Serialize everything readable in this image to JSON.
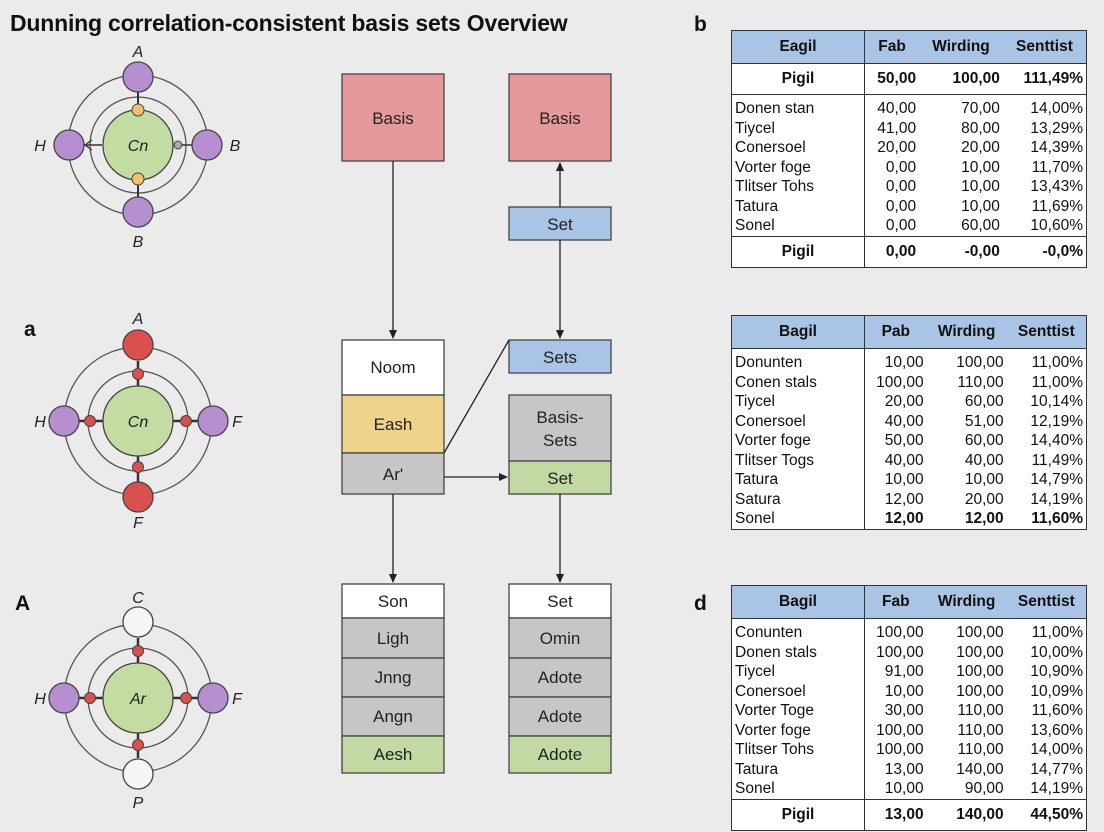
{
  "title": "Dunning correlation-consistent basis sets Overview",
  "labels": {
    "a": "a",
    "A": "A",
    "b": "b",
    "d": "d"
  },
  "atoms": [
    {
      "center": "Cn",
      "top": "A",
      "bottom": "B",
      "left": "H",
      "right": "B"
    },
    {
      "center": "Cn",
      "top": "A",
      "bottom": "F",
      "left": "H",
      "right": "F"
    },
    {
      "center": "Ar",
      "top": "C",
      "bottom": "P",
      "left": "H",
      "right": "F"
    }
  ],
  "flow": {
    "left_top": "Basis",
    "right_top": "Basis",
    "set1": "Set",
    "set2": "Sets",
    "left_stack": [
      "Noom",
      "Eash",
      "Ar'"
    ],
    "basis_sets": "Basis-\nSets",
    "set3": "Set",
    "left_bottom": [
      "Son",
      "Ligh",
      "Jnng",
      "Angn",
      "Aesh"
    ],
    "right_bottom": [
      "Set",
      "Omin",
      "Adote",
      "Adote",
      "Adote"
    ]
  },
  "colors": {
    "red_box": "#e6999b",
    "blue_box": "#a9c4e4",
    "yellow_box": "#f0d38a",
    "gray_box": "#c6c6c6",
    "green_box": "#c3d9a3",
    "purple_atom": "#b68fd0",
    "red_atom": "#d9504c",
    "green_core": "#c3dca2",
    "orange_dot": "#f3c16a"
  },
  "tables": [
    {
      "headers": [
        "Eagil",
        "Fab",
        "Wirding",
        "Senttist"
      ],
      "top_summary": [
        "Pigil",
        "50,00",
        "100,00",
        "111,49%"
      ],
      "rows": [
        [
          "Donen stan",
          "40,00",
          "70,00",
          "14,00%"
        ],
        [
          "Tiycel",
          "41,00",
          "80,00",
          "13,29%"
        ],
        [
          "Conersoel",
          "20,00",
          "20,00",
          "14,39%"
        ],
        [
          "Vorter foge",
          "0,00",
          "10,00",
          "11,70%"
        ],
        [
          "Tlitser Tohs",
          "0,00",
          "10,00",
          "13,43%"
        ],
        [
          "Tatura",
          "0,00",
          "10,00",
          "11,69%"
        ],
        [
          "Sonel",
          "0,00",
          "60,00",
          "10,60%"
        ]
      ],
      "bottom_summary": [
        "Pigil",
        "0,00",
        "-0,00",
        "-0,0%"
      ]
    },
    {
      "headers": [
        "Bagil",
        "Pab",
        "Wirding",
        "Senttist"
      ],
      "rows": [
        [
          "Donunten",
          "10,00",
          "100,00",
          "11,00%"
        ],
        [
          "Conen stals",
          "100,00",
          "110,00",
          "11,00%"
        ],
        [
          "Tiycel",
          "20,00",
          "60,00",
          "10,14%"
        ],
        [
          "Conersoel",
          "40,00",
          "51,00",
          "12,19%"
        ],
        [
          "Vorter foge",
          "50,00",
          "60,00",
          "14,40%"
        ],
        [
          "Tlitser Togs",
          "40,00",
          "40,00",
          "11,49%"
        ],
        [
          "Tatura",
          "10,00",
          "10,00",
          "14,79%"
        ],
        [
          "Satura",
          "12,00",
          "20,00",
          "14,19%"
        ],
        [
          "Sonel",
          "12,00",
          "12,00",
          "11,60%"
        ]
      ]
    },
    {
      "headers": [
        "Bagil",
        "Fab",
        "Wirding",
        "Senttist"
      ],
      "rows": [
        [
          "Conunten",
          "100,00",
          "100,00",
          "11,00%"
        ],
        [
          "Donen stals",
          "100,00",
          "100,00",
          "10,00%"
        ],
        [
          "Tiycel",
          "91,00",
          "100,00",
          "10,90%"
        ],
        [
          "Conersoel",
          "10,00",
          "100,00",
          "10,09%"
        ],
        [
          "Vorter Toge",
          "30,00",
          "110,00",
          "11,60%"
        ],
        [
          "Vorter foge",
          "100,00",
          "110,00",
          "13,60%"
        ],
        [
          "Tlitser Tohs",
          "100,00",
          "110,00",
          "14,00%"
        ],
        [
          "Tatura",
          "13,00",
          "140,00",
          "14,77%"
        ],
        [
          "Sonel",
          "10,00",
          "90,00",
          "14,19%"
        ]
      ],
      "bottom_summary": [
        "Pigil",
        "13,00",
        "140,00",
        "44,50%"
      ]
    }
  ]
}
